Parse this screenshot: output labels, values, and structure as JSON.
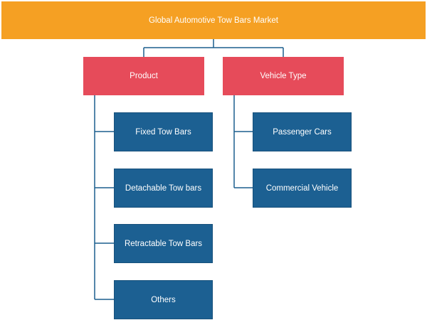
{
  "colors": {
    "root": "#f5a023",
    "category": "#e64b5a",
    "item": "#1c6092",
    "connector": "#1b5f8e"
  },
  "root": {
    "label": "Global Automotive Tow Bars Market"
  },
  "categories": [
    {
      "label": "Product",
      "items": [
        "Fixed Tow Bars",
        "Detachable Tow bars",
        "Retractable Tow Bars",
        "Others"
      ]
    },
    {
      "label": "Vehicle Type",
      "items": [
        "Passenger Cars",
        "Commercial Vehicle"
      ]
    }
  ]
}
